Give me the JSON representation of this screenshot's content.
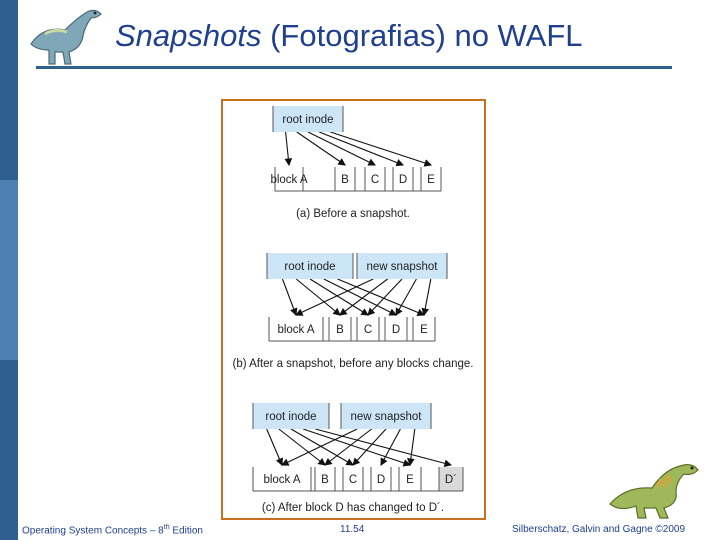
{
  "slide": {
    "title_italic": "Snapshots",
    "title_rest": " (Fotografias) no WAFL",
    "footer_left_prefix": "Operating System Concepts – 8",
    "footer_left_sup": "th",
    "footer_left_suffix": " Edition",
    "page_number": "11.54",
    "copyright": "Silberschatz, Galvin and Gagne ©2009"
  },
  "colors": {
    "title": "#1f3f8f",
    "sidebar_dark": "#2f5f8f",
    "sidebar_light": "#4d80b3",
    "frame_border": "#c8701f",
    "inode_fill": "#cde6f7",
    "changed_block_fill": "#d9d9d9"
  },
  "icons": [
    "dinosaur-icon",
    "dinosaur-icon"
  ],
  "diagram": {
    "panels": [
      {
        "id": "a",
        "caption": "(a) Before a snapshot.",
        "inodes": [
          {
            "label": "root inode",
            "targets": [
              0,
              1,
              2,
              3,
              4
            ]
          }
        ],
        "blocks": [
          {
            "label": "block A",
            "changed": false
          },
          {
            "label": "B",
            "changed": false
          },
          {
            "label": "C",
            "changed": false
          },
          {
            "label": "D",
            "changed": false
          },
          {
            "label": "E",
            "changed": false
          }
        ]
      },
      {
        "id": "b",
        "caption": "(b) After a snapshot, before any blocks change.",
        "inodes": [
          {
            "label": "root inode",
            "targets": [
              0,
              1,
              2,
              3,
              4
            ]
          },
          {
            "label": "new snapshot",
            "targets": [
              0,
              1,
              2,
              3,
              4
            ]
          }
        ],
        "blocks": [
          {
            "label": "block A",
            "changed": false
          },
          {
            "label": "B",
            "changed": false
          },
          {
            "label": "C",
            "changed": false
          },
          {
            "label": "D",
            "changed": false
          },
          {
            "label": "E",
            "changed": false
          }
        ]
      },
      {
        "id": "c",
        "caption": "(c) After block D has changed to D´.",
        "inodes": [
          {
            "label": "root inode",
            "targets": [
              0,
              1,
              2,
              4,
              5
            ]
          },
          {
            "label": "new snapshot",
            "targets": [
              0,
              1,
              2,
              3,
              4
            ]
          }
        ],
        "blocks": [
          {
            "label": "block A",
            "changed": false
          },
          {
            "label": "B",
            "changed": false
          },
          {
            "label": "C",
            "changed": false
          },
          {
            "label": "D",
            "changed": false
          },
          {
            "label": "E",
            "changed": false
          },
          {
            "label": "D´",
            "changed": true
          }
        ]
      }
    ]
  }
}
